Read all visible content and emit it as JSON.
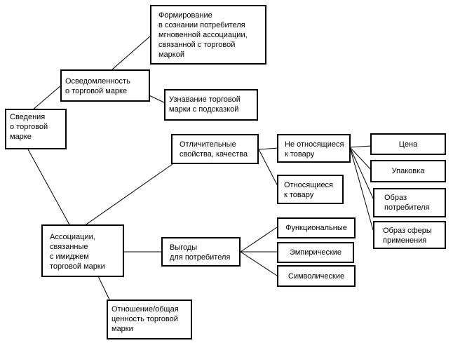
{
  "nodes": {
    "brand_info": "Сведения\nо торговой\nмарке",
    "awareness": "Осведомленность\nо торговой марке",
    "formation": "Формирование\nв сознании потребителя\nмгновенной ассоциации,\nсвязанной с торговой\nмаркой",
    "recognition": "Узнавание торговой\nмарки с подсказкой",
    "distinctive": "Отличительные\nсвойства, качества",
    "not_product": "Не относящиеся\nк товару",
    "product": "Относящиеся\nк товару",
    "price": "Цена",
    "packaging": "Упаковка",
    "consumer_image": "Образ\nпотребителя",
    "usage_image": "Образ сферы\nприменения",
    "associations": "Ассоциации,\nсвязанные\nс имиджем\nторговой марки",
    "benefits": "Выгоды\nдля потребителя",
    "functional": "Функциональные",
    "empirical": "Эмпирические",
    "symbolic": "Символические",
    "attitude": "Отношение/общая\nценность торговой\nмарки"
  }
}
